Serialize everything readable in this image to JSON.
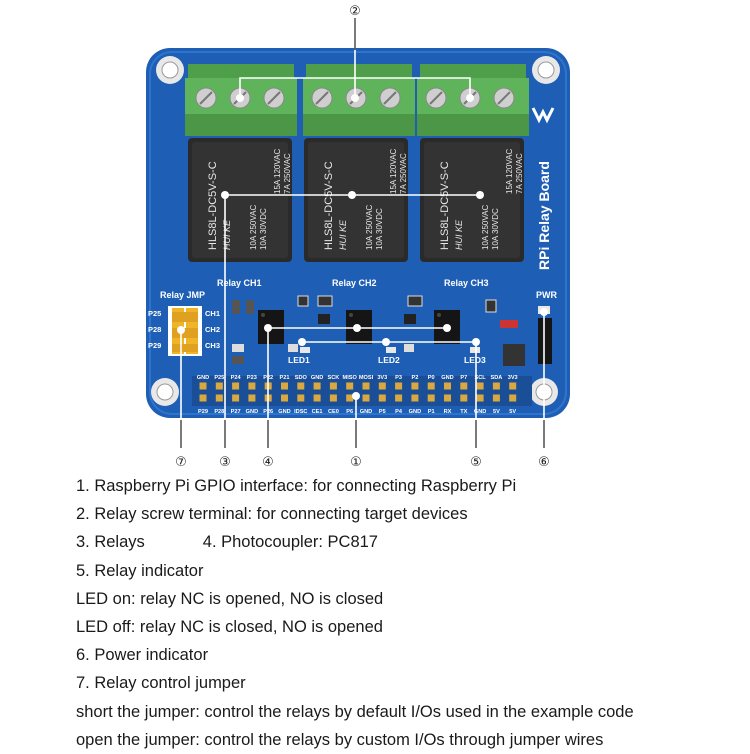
{
  "board": {
    "title": "RPi Relay Board",
    "channels": [
      "Relay CH1",
      "Relay CH2",
      "Relay CH3"
    ],
    "relay_model": "HLS8L-DC5V-S-C",
    "relay_brand": "HUI KE",
    "relay_rating_1": "10A 250VAC",
    "relay_rating_2": "10A 30VDC",
    "relay_rating_3": "15A 120VAC",
    "relay_rating_4": "7A 250VAC",
    "jumper_title": "Relay JMP",
    "jumper_pins": [
      "P25",
      "P28",
      "P29"
    ],
    "jumper_channels": [
      "CH1",
      "CH2",
      "CH3"
    ],
    "leds": [
      "LED1",
      "LED2",
      "LED3"
    ],
    "pwr_label": "PWR",
    "gpio_top": [
      "GND",
      "P25",
      "P24",
      "P23",
      "P22",
      "P21",
      "SDO",
      "GND",
      "SCK",
      "MISO",
      "MOSI",
      "3V3",
      "P3",
      "P2",
      "P0",
      "GND",
      "P7",
      "SCL",
      "SDA",
      "3V3"
    ],
    "gpio_bottom": [
      "P29",
      "P28",
      "P27",
      "GND",
      "P26",
      "GND",
      "IDSC",
      "CE1",
      "CE0",
      "P6",
      "GND",
      "P5",
      "P4",
      "GND",
      "P1",
      "RX",
      "TX",
      "GND",
      "5V",
      "5V"
    ]
  },
  "callouts": {
    "n1": "①",
    "n2": "②",
    "n3": "③",
    "n4": "④",
    "n5": "⑤",
    "n6": "⑥",
    "n7": "⑦"
  },
  "legend": {
    "l1": "1. Raspberry Pi GPIO interface: for connecting Raspberry Pi",
    "l2": "2. Relay screw terminal: for connecting target devices",
    "l3a": "3. Relays",
    "l3b": "4. Photocoupler: PC817",
    "l5": "5. Relay indicator",
    "l6": "LED on: relay NC is opened, NO is closed",
    "l7": "LED off: relay NC is closed, NO is opened",
    "l8": "6. Power indicator",
    "l9": "7. Relay control jumper",
    "l10": "short the jumper: control the relays by default I/Os used in the example code",
    "l11": "open the jumper: control the relays by custom I/Os through jumper wires"
  },
  "colors": {
    "pcb": "#1e5fb5",
    "terminal": "#5fb35a",
    "relay": "#2a2a2a",
    "jumper": "#f0b428",
    "gold": "#d9a940"
  }
}
